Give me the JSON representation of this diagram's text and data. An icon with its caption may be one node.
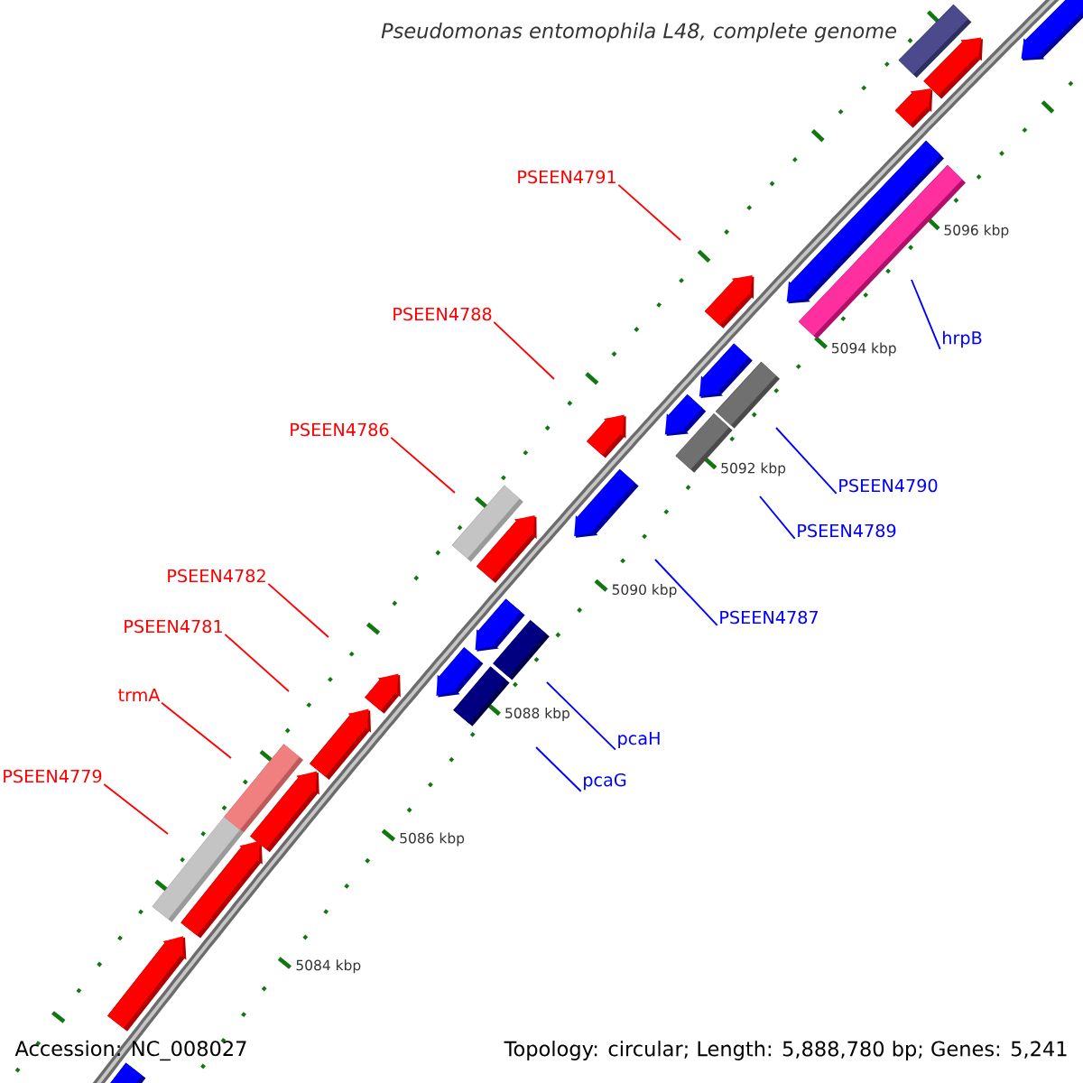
{
  "diagram": {
    "title": "Pseudomonas entomophila L48, complete genome",
    "nodes": [
      {
        "text": [
          "PSEEN4791"
        ]
      },
      {
        "text": [
          "PSEEN4788"
        ]
      },
      {
        "text": [
          "hrpB"
        ]
      },
      {
        "text": [
          "PSEEN4786"
        ]
      },
      {
        "text": [
          "PSEEN4790"
        ]
      },
      {
        "text": [
          "PSEEN4789"
        ]
      },
      {
        "text": [
          "PSEEN4782"
        ]
      },
      {
        "text": [
          "PSEEN4787"
        ]
      },
      {
        "text": [
          "PSEEN4781"
        ]
      },
      {
        "text": [
          "trmA"
        ]
      },
      {
        "text": [
          "pcaH"
        ]
      },
      {
        "text": [
          "pcaG"
        ]
      },
      {
        "text": [
          "PSEEN4779"
        ]
      }
    ],
    "edges": [
      {
        "from": 0,
        "to": null,
        "arrow": "none"
      },
      {
        "from": 1,
        "to": null,
        "arrow": "none"
      },
      {
        "from": 2,
        "to": null,
        "arrow": "none",
        "color": "#0000ff"
      },
      {
        "from": 3,
        "to": null,
        "arrow": "none"
      },
      {
        "from": 4,
        "to": null,
        "arrow": "none",
        "color": "#0000ff"
      },
      {
        "from": 5,
        "to": null,
        "arrow": "none",
        "color": "#0000ff"
      },
      {
        "from": 6,
        "to": null,
        "arrow": "none"
      },
      {
        "from": 7,
        "to": null,
        "arrow": "none",
        "color": "#0000ff"
      },
      {
        "from": 8,
        "to": null,
        "arrow": "none"
      },
      {
        "from": 9,
        "to": null,
        "arrow": "none"
      },
      {
        "from": 10,
        "to": null,
        "arrow": "none",
        "color": "#0000ff"
      },
      {
        "from": 11,
        "to": null,
        "arrow": "none",
        "color": "#0000ff"
      },
      {
        "from": 12,
        "to": null,
        "arrow": "none"
      }
    ],
    "labels": [
      "5096 kbp",
      "5094 kbp",
      "5092 kbp",
      "5090 kbp",
      "5088 kbp",
      "5086 kbp",
      "5084 kbp",
      "Accession: NC_008027",
      "Topology: circular; Length: 5,888,780 bp; Genes: 5,241"
    ]
  }
}
